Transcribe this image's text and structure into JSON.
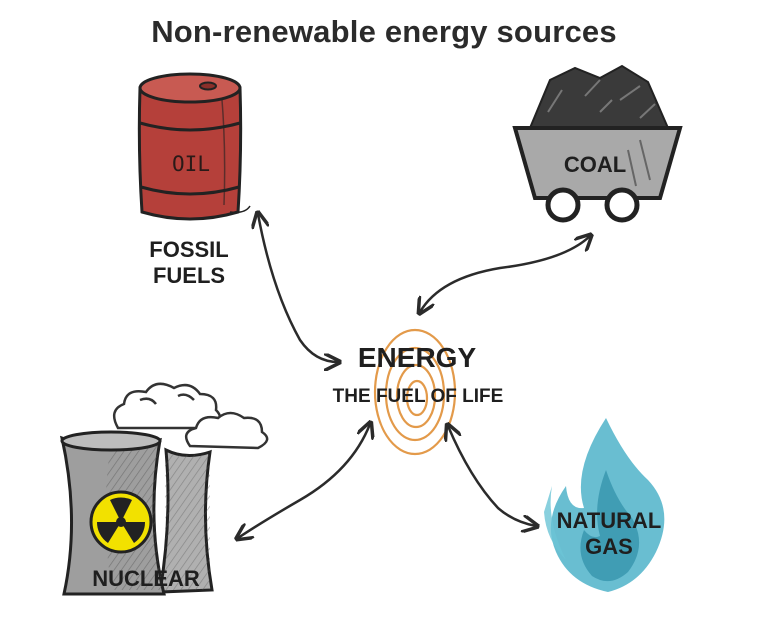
{
  "title": "Non-renewable energy sources",
  "center": {
    "title": "ENERGY",
    "subtitle": "THE FUEL OF LIFE"
  },
  "sources": {
    "oil": {
      "barrel_text": "OIL",
      "label_line1": "FOSSIL",
      "label_line2": "FUELS"
    },
    "coal": {
      "label": "COAL"
    },
    "nuclear": {
      "label": "NUCLEAR"
    },
    "gas": {
      "label_line1": "NATURAL",
      "label_line2": "GAS"
    }
  },
  "colors": {
    "barrel": "#b5403a",
    "coal_cart": "#a9a9a9",
    "coal": "#3a3a3a",
    "tower": "#9e9e9e",
    "radiation": "#f2e100",
    "flame": "#4fb3c9",
    "rings": "#e39a4a"
  }
}
